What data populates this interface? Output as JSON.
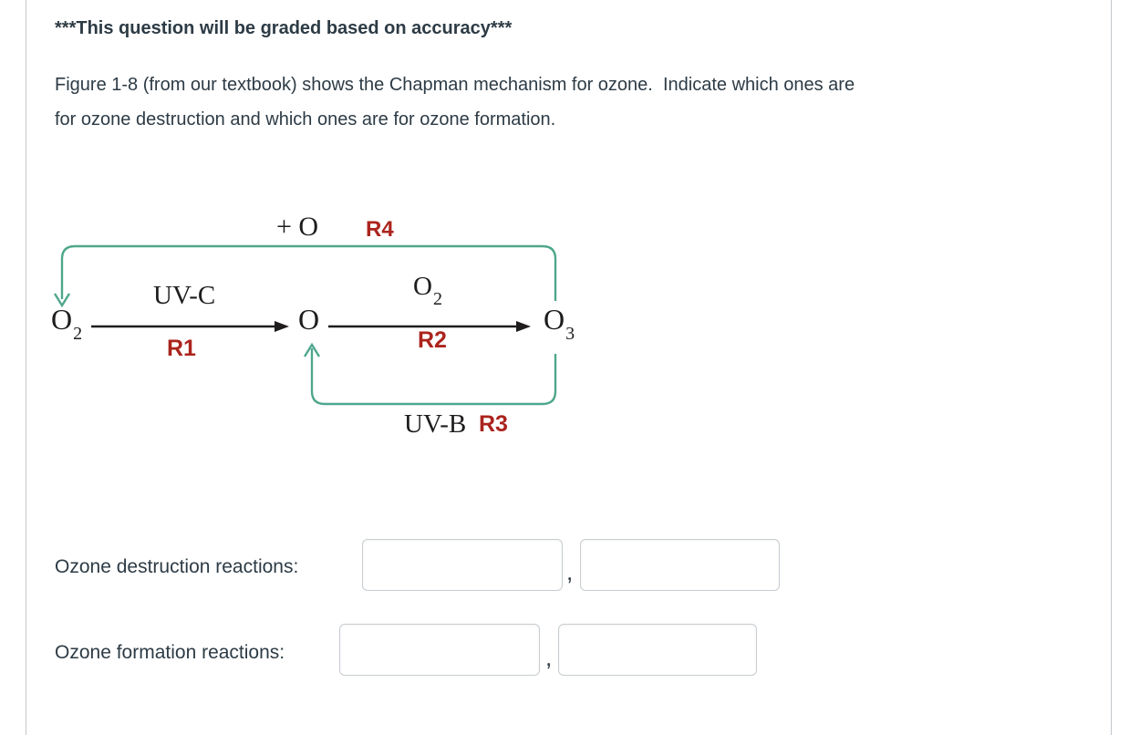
{
  "heading": "***This question will be graded based on accuracy***",
  "paragraph_line1": "Figure 1-8 (from our textbook) shows the Chapman mechanism for ozone.  Indicate which ones are",
  "paragraph_line2": "for ozone destruction and which ones are for ozone formation.",
  "diagram": {
    "o2_left_base": "O",
    "o2_left_sub": "2",
    "o_mid": "O",
    "o3_right_base": "O",
    "o3_right_sub": "3",
    "uvc_label": "UV-C",
    "r1_label": "R1",
    "o2_above_base": "O",
    "o2_above_sub": "2",
    "r2_label": "R2",
    "plus_o_label": "+ O",
    "r4_label": "R4",
    "uvb_label": "UV-B",
    "r3_label": "R3"
  },
  "colors": {
    "body_text": "#2d3b45",
    "diagram_text": "#1f1c1d",
    "reaction_red": "#ab241d",
    "cycle_teal": "#4ea78c",
    "input_border": "#c7cdd1"
  },
  "destruction": {
    "label": "Ozone destruction reactions:",
    "separator": ",",
    "input1_value": "",
    "input2_value": ""
  },
  "formation": {
    "label": "Ozone formation reactions:",
    "separator": ",",
    "input1_value": "",
    "input2_value": ""
  }
}
